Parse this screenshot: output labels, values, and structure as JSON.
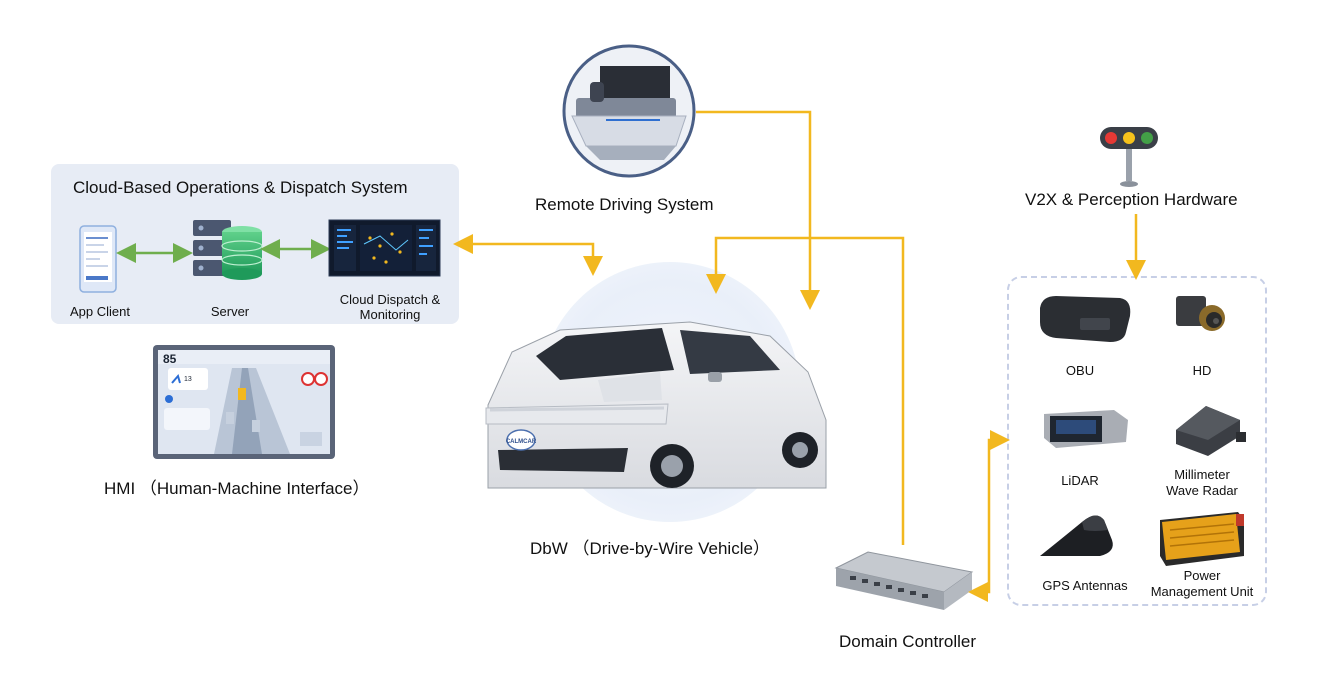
{
  "cloud": {
    "title": "Cloud-Based Operations & Dispatch System",
    "app_client": "App Client",
    "server": "Server",
    "dispatch_line1": "Cloud Dispatch &",
    "dispatch_line2": "Monitoring"
  },
  "hmi": {
    "label": "HMI （Human-Machine Interface）",
    "screen_speed": "85",
    "screen_small": "13"
  },
  "remote": {
    "label": "Remote Driving System"
  },
  "vehicle": {
    "label": "DbW （Drive-by-Wire Vehicle）",
    "badge": "CALMCAR"
  },
  "v2x": {
    "label": "V2X & Perception Hardware",
    "obu": "OBU",
    "hd": "HD",
    "lidar": "LiDAR",
    "radar_line1": "Millimeter",
    "radar_line2": "Wave Radar",
    "gps": "GPS Antennas",
    "power_line1": "Power",
    "power_line2": "Management Unit"
  },
  "controller": {
    "label": "Domain Controller"
  },
  "colors": {
    "connector_yellow": "#f2b81f",
    "connector_green": "#6fae4d",
    "panel_bg": "#e7ecf5",
    "dashed_border": "#c7cfe6"
  }
}
